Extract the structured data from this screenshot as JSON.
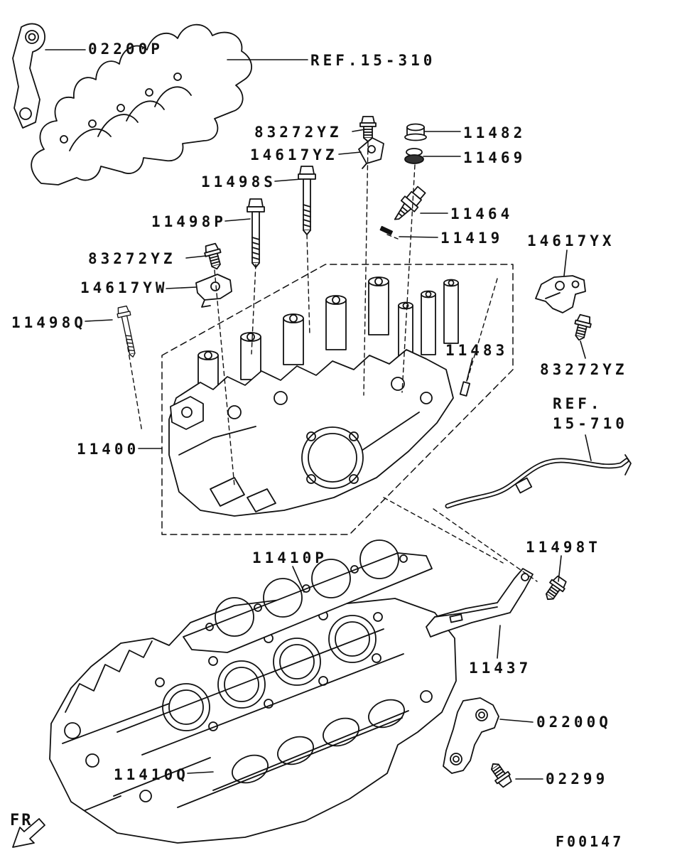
{
  "diagram": {
    "drawing_code": "F00147",
    "front_label": "FR"
  },
  "labels": {
    "p02200P": "02200P",
    "ref_15_310": "REF.15-310",
    "p83272YZ_a": "83272YZ",
    "p11482": "11482",
    "p14617YZ": "14617YZ",
    "p11469": "11469",
    "p11498S": "11498S",
    "p11498P": "11498P",
    "p11464": "11464",
    "p11419": "11419",
    "p14617YX": "14617YX",
    "p83272YZ_b": "83272YZ",
    "p14617YW": "14617YW",
    "p11498Q": "11498Q",
    "p11483": "11483",
    "p83272YZ_c": "83272YZ",
    "ref_15_710_line1": "REF.",
    "ref_15_710_line2": "15-710",
    "p11400": "11400",
    "p11410P": "11410P",
    "p11498T": "11498T",
    "p11437": "11437",
    "p02200Q": "02200Q",
    "p11410Q": "11410Q",
    "p02299": "02299"
  }
}
